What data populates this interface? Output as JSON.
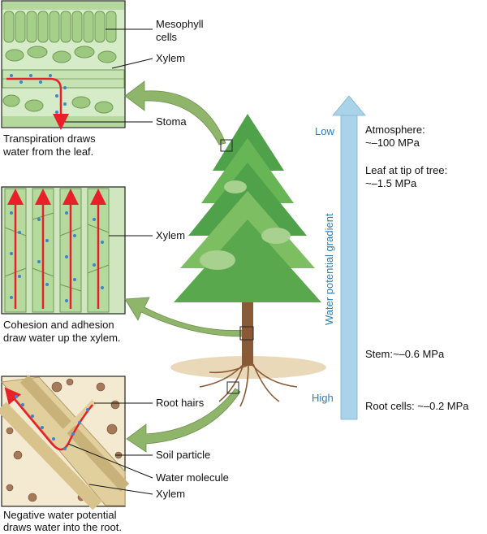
{
  "panels": {
    "leaf": {
      "labels": {
        "mesophyll_line1": "Mesophyll",
        "mesophyll_line2": "cells",
        "xylem": "Xylem",
        "stoma": "Stoma"
      },
      "caption": {
        "line1": "Transpiration draws",
        "line2": "water from the leaf."
      }
    },
    "stem": {
      "labels": {
        "xylem": "Xylem"
      },
      "caption": {
        "line1": "Cohesion and adhesion",
        "line2": "draw water up the xylem."
      }
    },
    "root": {
      "labels": {
        "root_hairs": "Root hairs",
        "soil_particle": "Soil particle",
        "water_molecule": "Water molecule",
        "xylem": "Xylem"
      },
      "caption": {
        "line1": "Negative water potential",
        "line2": "draws water into the root."
      }
    }
  },
  "gradient": {
    "title": "Water potential gradient",
    "low": "Low",
    "high": "High",
    "arrow_color": "#a9d3e8",
    "text_color": "#2a7fb3"
  },
  "levels": {
    "atmosphere": {
      "label": "Atmosphere:",
      "value": "~–100 MPa"
    },
    "leaf_tip": {
      "label": "Leaf at tip of tree:",
      "value": "~–1.5 MPa"
    },
    "stem": {
      "text": "Stem:~–0.6 MPa"
    },
    "root_cells": {
      "text": "Root cells: ~–0.2 MPa"
    }
  },
  "colors": {
    "flow_arrow": "#e8202a",
    "water_dot": "#3a86c8",
    "callout_arrow": "#8fb56a",
    "leaf_green": "#8dc07a",
    "root_tan": "#e2cf9e"
  }
}
